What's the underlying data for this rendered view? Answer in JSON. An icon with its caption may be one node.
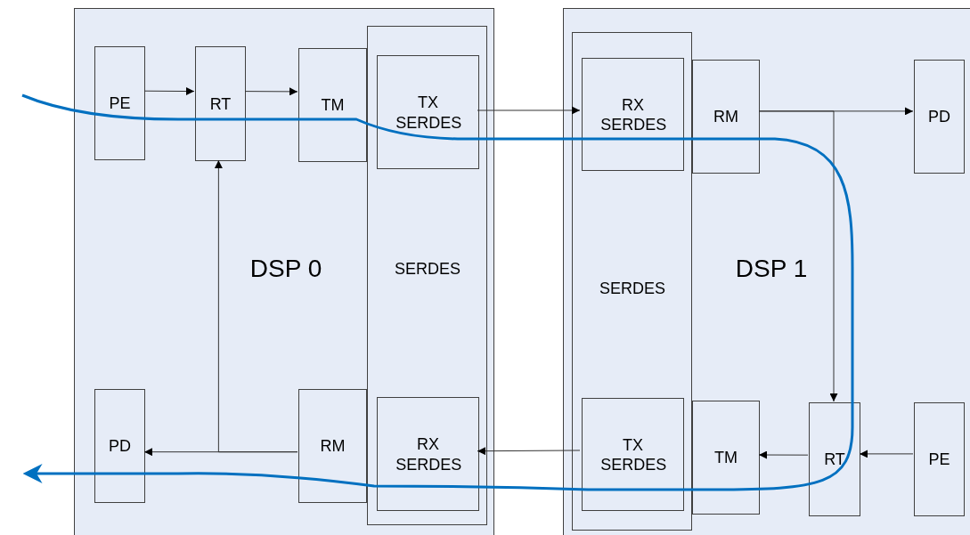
{
  "diagram": {
    "nodes": [
      {
        "text": [
          "DSP 0"
        ]
      },
      {
        "text": [
          "PE"
        ],
        "in": 0
      },
      {
        "text": [
          "RT"
        ],
        "in": 0
      },
      {
        "text": [
          "TM"
        ],
        "in": 0
      },
      {
        "text": [
          "SERDES"
        ],
        "in": 0
      },
      {
        "text": [
          "TX SERDES"
        ],
        "in": 4
      },
      {
        "text": [
          "PD"
        ],
        "in": 0
      },
      {
        "text": [
          "RM"
        ],
        "in": 0
      },
      {
        "text": [
          "RX SERDES"
        ],
        "in": 4
      },
      {
        "text": [
          "DSP 1"
        ]
      },
      {
        "text": [
          "SERDES"
        ],
        "in": 9
      },
      {
        "text": [
          "RX SERDES"
        ],
        "in": 10
      },
      {
        "text": [
          "TX SERDES"
        ],
        "in": 10
      },
      {
        "text": [
          "RM"
        ],
        "in": 9
      },
      {
        "text": [
          "PD"
        ],
        "in": 9
      },
      {
        "text": [
          "TM"
        ],
        "in": 9
      },
      {
        "text": [
          "RT"
        ],
        "in": 9
      },
      {
        "text": [
          "PE"
        ],
        "in": 9
      }
    ],
    "edges": [
      {
        "from": 1,
        "to": 2,
        "arrow": "to"
      },
      {
        "from": 2,
        "to": 3,
        "arrow": "to"
      },
      {
        "from": 5,
        "to": 11,
        "arrow": "to"
      },
      {
        "from": 13,
        "to": 14,
        "arrow": "to"
      },
      {
        "from": 13,
        "to": 16,
        "arrow": "to"
      },
      {
        "from": 17,
        "to": 16,
        "arrow": "to"
      },
      {
        "from": 16,
        "to": 15,
        "arrow": "to"
      },
      {
        "from": 12,
        "to": 8,
        "arrow": "to"
      },
      {
        "from": 7,
        "to": 6,
        "arrow": "to"
      },
      {
        "from": 7,
        "to": 2,
        "arrow": "to"
      }
    ]
  }
}
